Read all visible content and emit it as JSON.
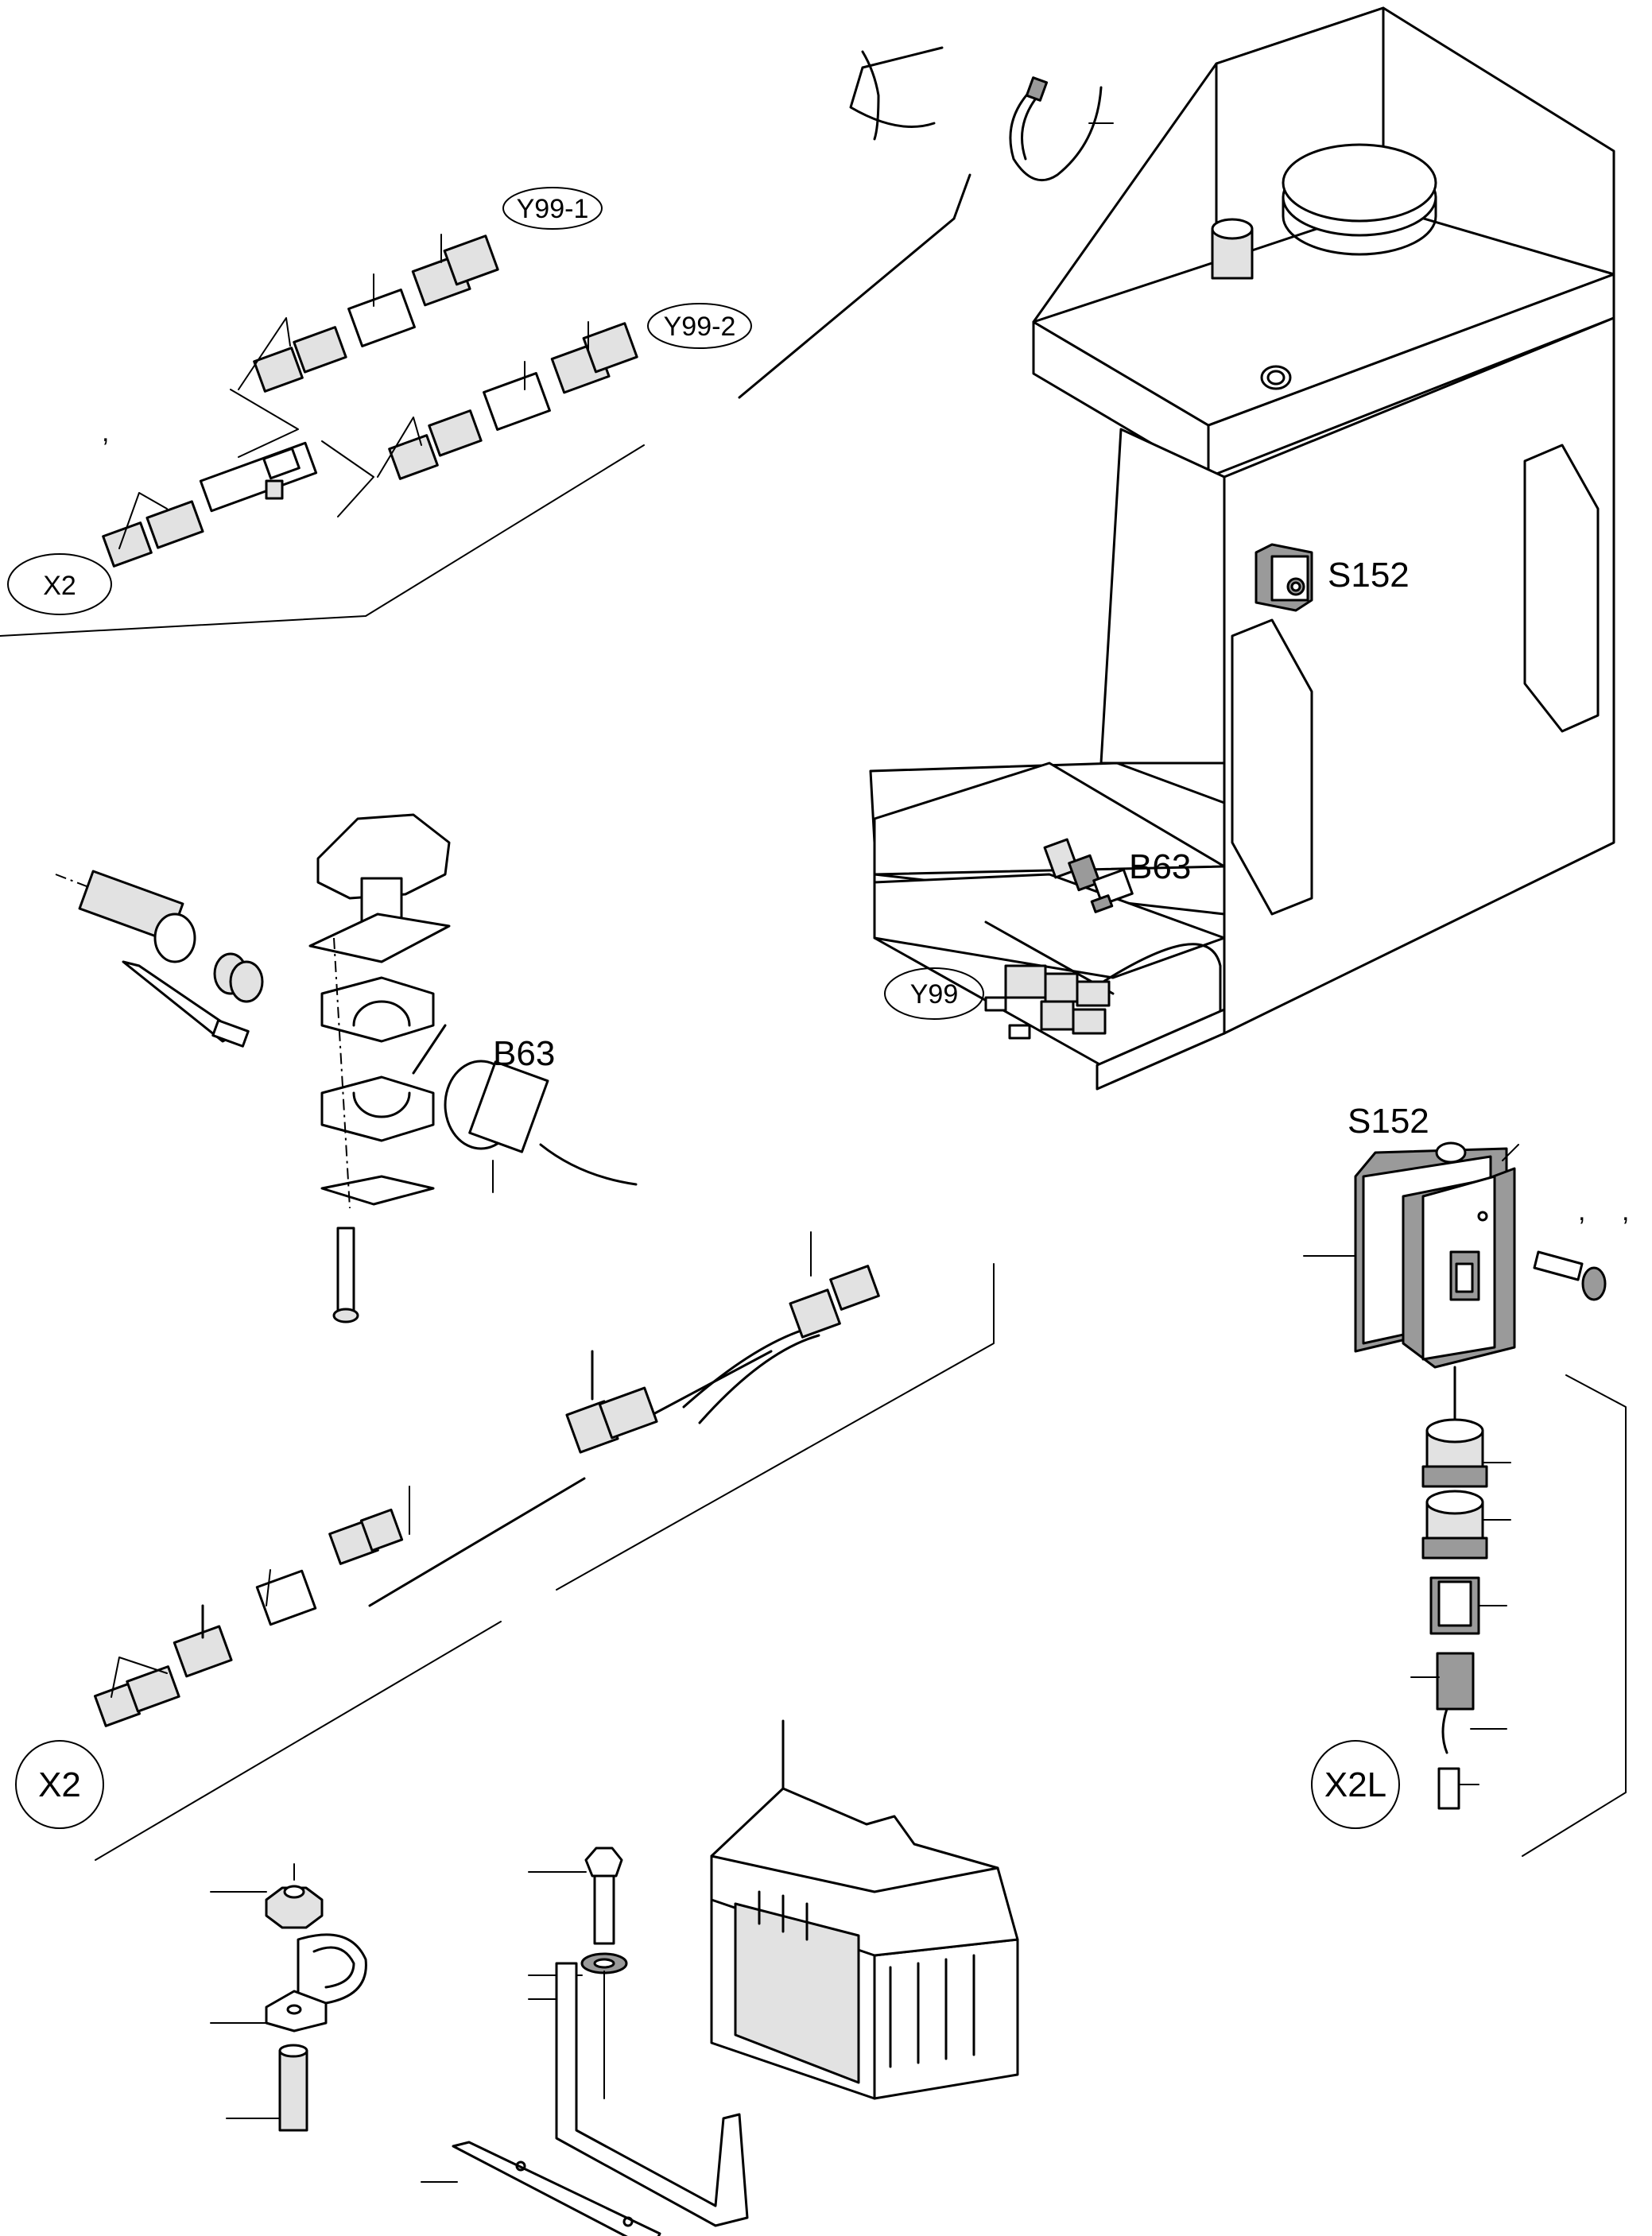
{
  "labels": {
    "y99_1": "Y99-1",
    "y99_2": "Y99-2",
    "x2_top": "X2",
    "s152_machine": "S152",
    "b63_machine": "B63",
    "y99_machine": "Y99",
    "b63_detail": "B63",
    "s152_detail": "S152",
    "x2_bottom": "X2",
    "x2l": "X2L"
  },
  "stray_marks": {
    "top_left": ",",
    "right_1": ",",
    "right_2": ","
  }
}
